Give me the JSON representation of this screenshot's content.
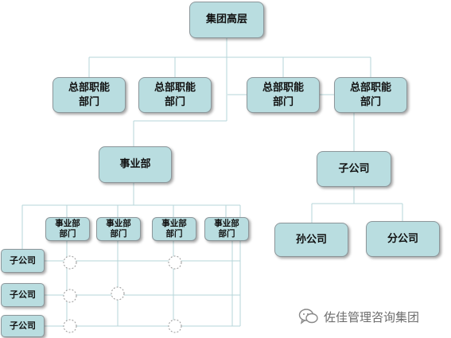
{
  "top": "集团高层",
  "hq_departments": [
    "总部职能\n部门",
    "总部职能\n部门",
    "总部职能\n部门",
    "总部职能\n部门"
  ],
  "business_unit": "事业部",
  "bu_departments": [
    "事业部\n部门",
    "事业部\n部门",
    "事业部\n部门",
    "事业部\n部门"
  ],
  "bu_subsidiaries": [
    "子公司",
    "子公司",
    "子公司"
  ],
  "subsidiary": "子公司",
  "sub_children": [
    "孙公司",
    "分公司"
  ],
  "watermark": "佐佳管理咨询集团",
  "colors": {
    "box_fill": "#b9dde0",
    "box_border": "#8c969a",
    "line": "#b6d6da",
    "dashed_circle": "#999999"
  }
}
